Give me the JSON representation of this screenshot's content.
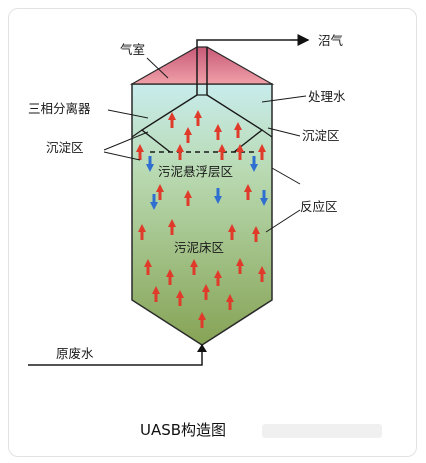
{
  "title": "UASB构造图",
  "labels": {
    "gas_chamber": "气室",
    "biogas": "沼气",
    "three_phase_separator": "三相分离器",
    "treated_water": "处理水",
    "settling_zone_left": "沉淀区",
    "settling_zone_right": "沉淀区",
    "sludge_suspension_zone": "污泥悬浮层区",
    "reaction_zone": "反应区",
    "sludge_bed_zone": "污泥床区",
    "raw_wastewater": "原废水"
  },
  "colors": {
    "reactor_top": "#bfe6e6",
    "reactor_bottom": "#8ca85a",
    "roof": "#d9788a",
    "up_arrow": "#e03a2a",
    "down_arrow": "#2f6fd0"
  }
}
